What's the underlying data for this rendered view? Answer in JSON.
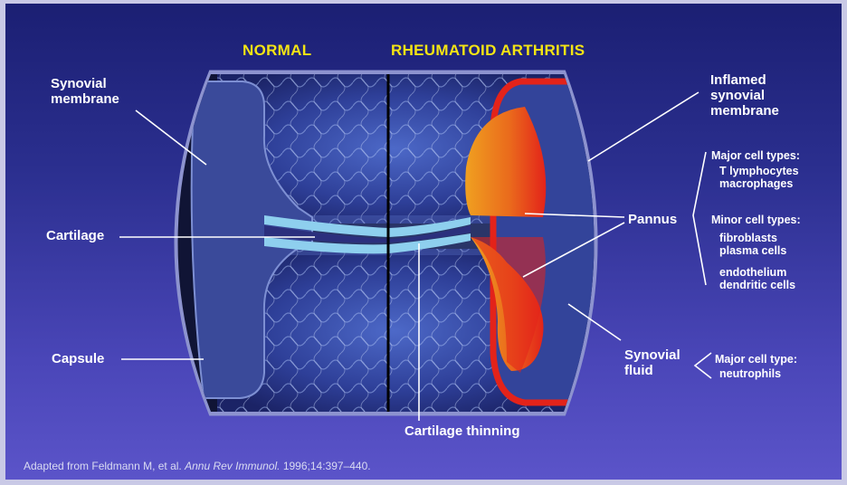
{
  "headings": {
    "normal": "NORMAL",
    "ra": "RHEUMATOID ARTHRITIS"
  },
  "labels": {
    "synovial_membrane": "Synovial\nmembrane",
    "cartilage": "Cartilage",
    "capsule": "Capsule",
    "cartilage_thinning": "Cartilage thinning",
    "inflamed_synovial_membrane": "Inflamed\nsynovial\nmembrane",
    "pannus": "Pannus",
    "synovial_fluid": "Synovial\nfluid"
  },
  "cells": {
    "major_title": "Major cell types:",
    "major_items": "T lymphocytes\nmacrophages",
    "minor_title": "Minor cell types:",
    "minor_items_1": "fibroblasts\nplasma cells",
    "minor_items_2": "endothelium\ndendritic cells",
    "fluid_title": "Major cell type:",
    "fluid_items": "neutrophils"
  },
  "reference": {
    "prefix": "Adapted from Feldmann M, et al. ",
    "journal": "Annu Rev Immunol.",
    "suffix": " 1996;14:397–440."
  },
  "colors": {
    "background_top": "#1b1f73",
    "background_bottom": "#5b54c9",
    "heading": "#f4e414",
    "synovium_normal": "#3a4a9a",
    "cartilage": "#8ecfee",
    "pannus_outer": "#e8231a",
    "pannus_inner": "#ee8a1c"
  }
}
